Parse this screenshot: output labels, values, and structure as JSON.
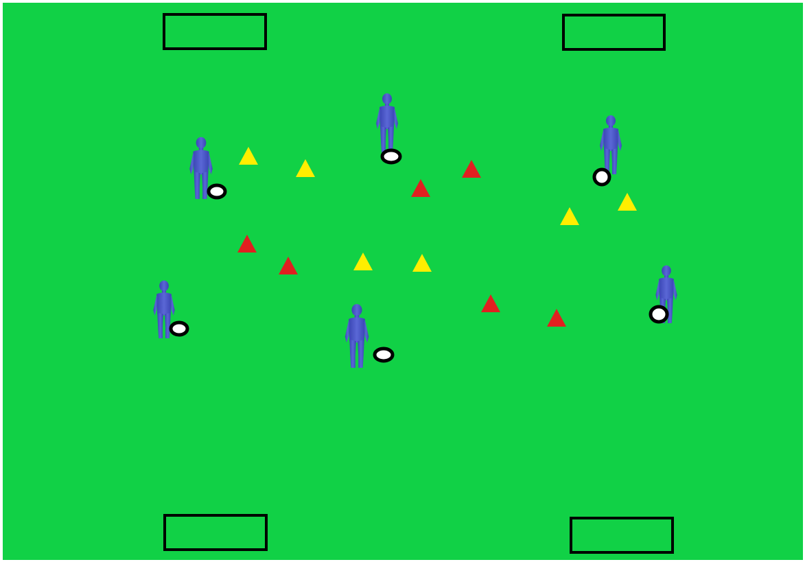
{
  "pitch": {
    "color": "#11d146",
    "line_color": "#000000"
  },
  "goals": [
    {
      "id": "top-left"
    },
    {
      "id": "top-right"
    },
    {
      "id": "bottom-left"
    },
    {
      "id": "bottom-right"
    }
  ],
  "cones": {
    "yellow_color": "#ffee00",
    "red_color": "#e02020",
    "yellow_count": 6,
    "red_count": 6
  },
  "players": {
    "color": "#4a57c8",
    "count": 6,
    "each_with_ball": true
  },
  "ball": {
    "fill": "#ffffff",
    "outline": "#000000",
    "count": 6
  }
}
